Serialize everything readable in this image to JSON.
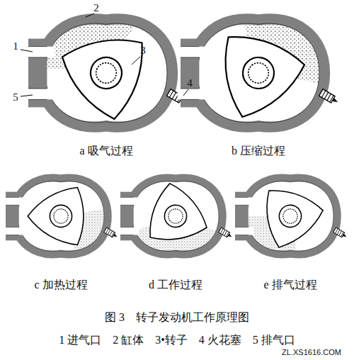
{
  "diagram": {
    "caption": "图 3　转子发动机工作原理图",
    "labels": [
      "1",
      "2",
      "3",
      "4",
      "5",
      "a 吸气过程",
      "b 压缩过程",
      "c 加热过程",
      "d 工作过程",
      "e 排气过程",
      "1 进气口　2 缸体　3•转子　4 火花塞　5 排气口",
      "ZL.XS1616.COM"
    ]
  }
}
